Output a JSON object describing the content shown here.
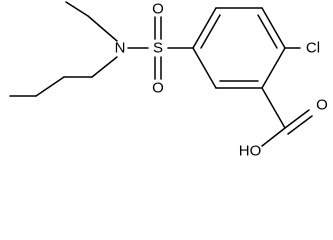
{
  "molecule": {
    "atoms": {
      "sulfur": "S",
      "nitrogen": "N",
      "sulfonyl_oxygen_top": "O",
      "sulfonyl_oxygen_bottom": "O",
      "chlorine": "Cl",
      "carbonyl_oxygen": "O",
      "hydroxyl": "HO"
    },
    "colors": {
      "bond": "#000000",
      "label": "#000000",
      "background": "#ffffff"
    }
  }
}
